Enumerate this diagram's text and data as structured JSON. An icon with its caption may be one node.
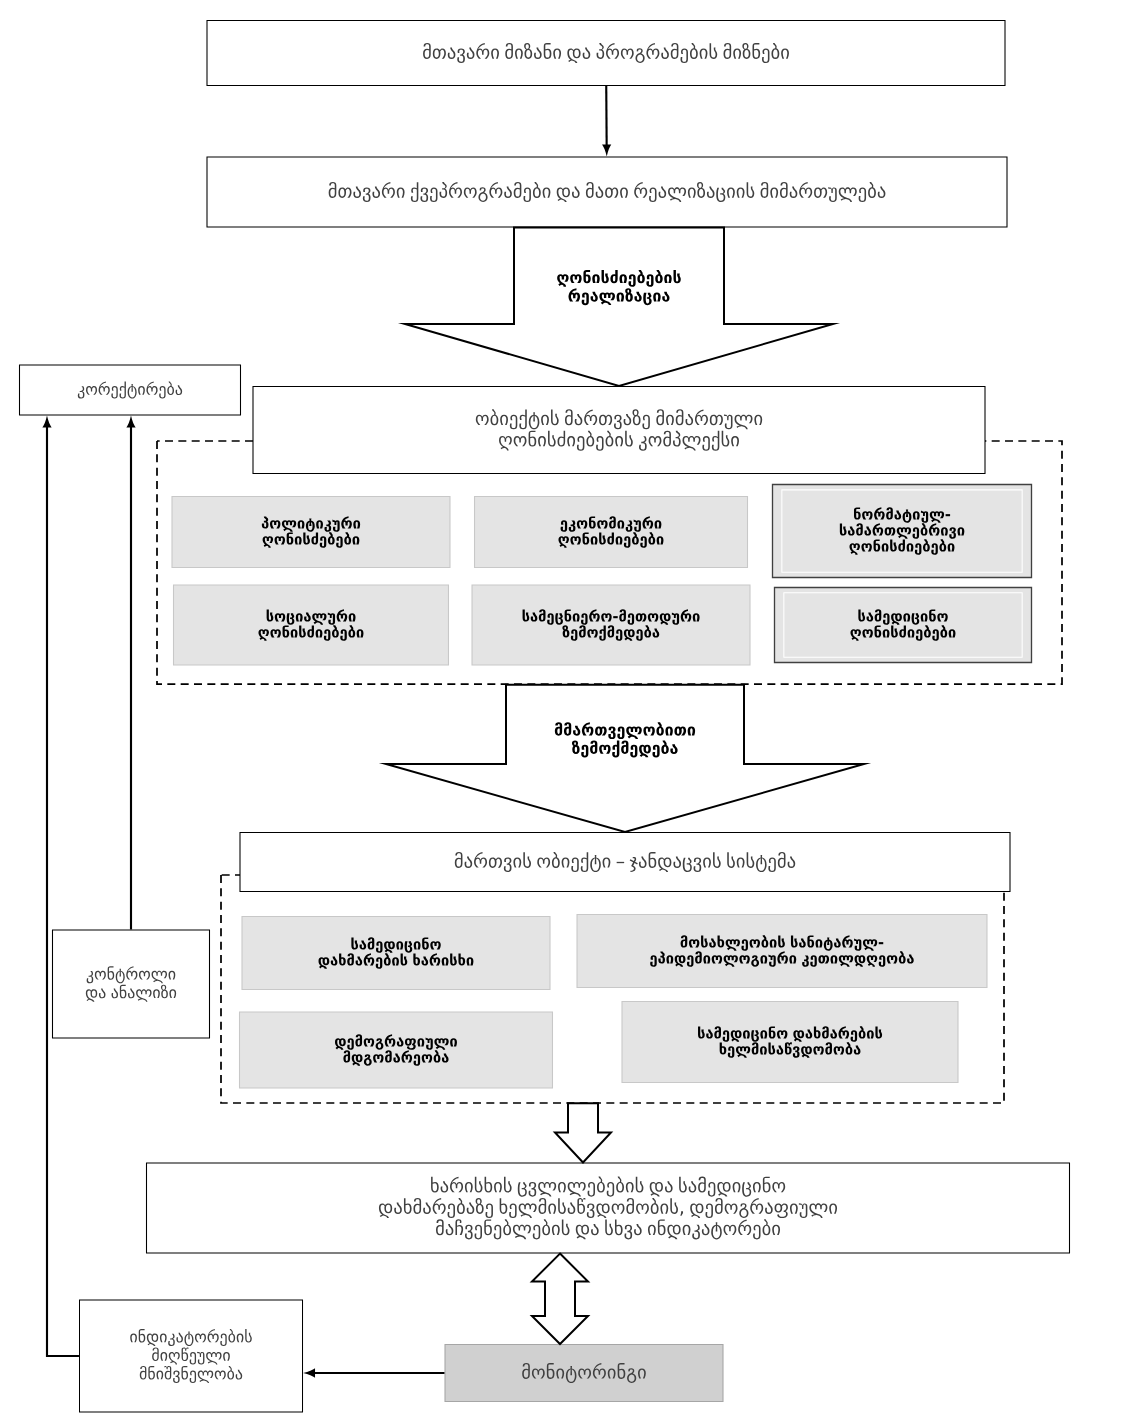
{
  "diagram": {
    "nodes": [
      {
        "text": [
          "მთავარი მიზანი და პროგრამების მიზნები"
        ]
      },
      {
        "text": [
          "მთავარი ქვეპროგრამები და მათი რეალიზაციის მიმართულება"
        ]
      },
      {
        "text": [
          "კორექტირება"
        ]
      },
      {
        "text": [
          "ობიექტის მართვაზე მიმართული ღონისძიებების კომპლექსი"
        ]
      },
      {
        "text": [],
        "shape": "box"
      },
      {
        "text": [
          "პოლიტიკური ღონისძებები"
        ],
        "in": 4
      },
      {
        "text": [
          "ეკონომიკური ღონისძიებები"
        ],
        "in": 4
      },
      {
        "text": [
          "ნორმატიულ-სამართლებრივი ღონისძიებები"
        ],
        "in": 4
      },
      {
        "text": [
          "სოციალური ღონისძიებები"
        ],
        "in": 4
      },
      {
        "text": [
          "სამეცნიერო-მეთოდური ზემოქმედება"
        ],
        "in": 4
      },
      {
        "text": [
          "სამედიცინო ღონისძიებები"
        ],
        "in": 4
      },
      {
        "text": [
          "მართვის ობიექტი – ჯანდაცვის სისტემა"
        ]
      },
      {
        "text": [],
        "shape": "box"
      },
      {
        "text": [
          "სამედიცინო დახმარების ხარისხი"
        ],
        "in": 12
      },
      {
        "text": [
          "მოსახლეობის სანიტარულ-ეპიდემიოლოგიური კეთილდღეობა"
        ],
        "in": 12
      },
      {
        "text": [
          "დემოგრაფიული მდგომარეობა"
        ],
        "in": 12
      },
      {
        "text": [
          "სამედიცინო დახმარების ხელმისაწვდომობა"
        ],
        "in": 12
      },
      {
        "text": [
          "კონტროლი და ანალიზი"
        ]
      },
      {
        "text": [
          "ხარისხის ცვლილებების და სამედიცინო დახმარებაზე ხელმისაწვდომობის, დემოგრაფიული მაჩვენებლების და სხვა ინდიკატორები"
        ]
      },
      {
        "text": [
          "ინდიკატორების მიღწეული მნიშვნელობა"
        ]
      },
      {
        "text": [
          "მონიტორინგი"
        ]
      }
    ],
    "edges": [
      {
        "from": 0,
        "to": 1,
        "arrow": "to"
      },
      {
        "from": 1,
        "to": 3,
        "arrow": "to",
        "label": "ღონისძიებების რეალიზაცია"
      },
      {
        "from": 4,
        "to": 11,
        "arrow": "to",
        "label": "მმართველობითი ზემოქმედება"
      },
      {
        "from": 12,
        "to": 18,
        "arrow": "to"
      },
      {
        "from": 18,
        "to": 20,
        "arrow": "both"
      },
      {
        "from": 20,
        "to": 19,
        "arrow": "to"
      },
      {
        "from": 19,
        "to": 2,
        "arrow": "to"
      },
      {
        "from": 17,
        "to": 2,
        "arrow": "to"
      }
    ]
  }
}
